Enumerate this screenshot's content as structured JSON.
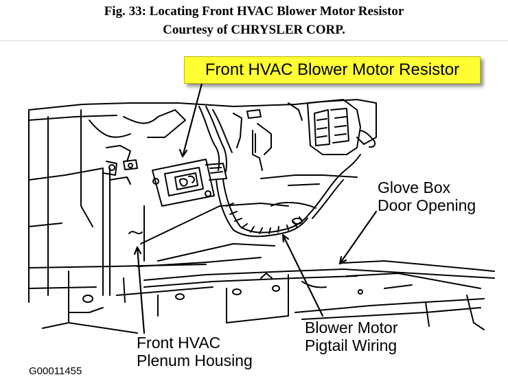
{
  "header": {
    "title": "Fig. 33: Locating Front HVAC Blower Motor Resistor",
    "credit": "Courtesy of CHRYSLER CORP."
  },
  "labels": {
    "resistor": "Front HVAC Blower Motor Resistor",
    "glove_box_line1": "Glove Box",
    "glove_box_line2": "Door Opening",
    "pigtail_line1": "Blower Motor",
    "pigtail_line2": "Pigtail Wiring",
    "plenum_line1": "Front HVAC",
    "plenum_line2": "Plenum Housing"
  },
  "figure_code": "G00011455",
  "colors": {
    "callout_fill": "#ffff33",
    "line_art": "#000000"
  }
}
